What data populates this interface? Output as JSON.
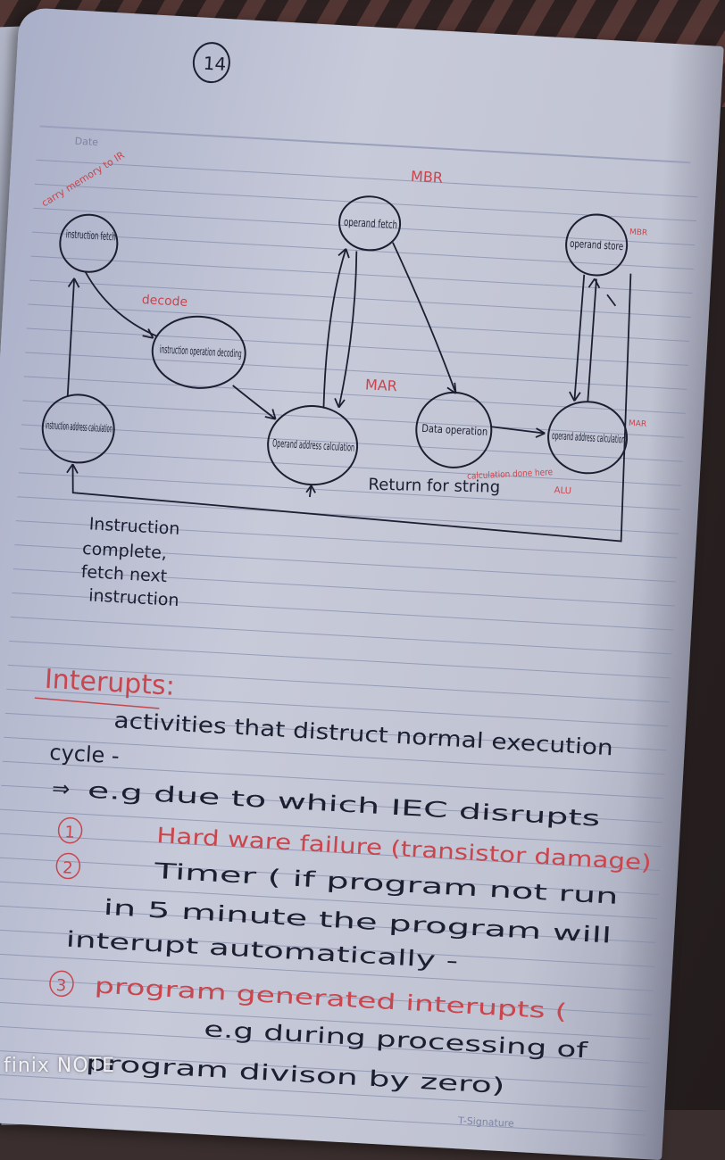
{
  "page_number": "14",
  "date_label": "Date",
  "diagram": {
    "nodes": {
      "instruction_fetch": "instruction fetch",
      "instruction_decoding": "instruction operation decoding",
      "instruction_address": "instruction address calculation",
      "operand_fetch": "operand fetch",
      "operand_address_left": "Operand address calculation",
      "data_operation": "Data operation",
      "operand_address_right": "operand address calculation",
      "operand_store": "operand store"
    },
    "labels": {
      "mbr_top": "MBR",
      "mar": "MAR",
      "decode": "decode",
      "carry_memory": "carry memory to IR",
      "alu": "ALU",
      "calc_done": "calculation done here",
      "mbr_small": "MBR",
      "mar_small": "MAR",
      "return_for_string": "Return for string",
      "instruction_complete": [
        "Instruction",
        "complete,",
        "fetch next",
        "instruction"
      ]
    }
  },
  "notes": {
    "heading": "Interupts:",
    "lines": [
      "activities that distruct normal execution",
      "cycle -",
      "e.g   due to which IEC disrupts",
      "Hard ware failure (transistor damage)",
      "Timer ( if program not run",
      "in 5 minute the program will",
      "interupt automatically -",
      "program generated interupts (",
      "e.g  during processing of",
      "program  divison  by  zero)"
    ],
    "numbers": [
      "1",
      "2",
      "3"
    ],
    "arrow": "⇒"
  },
  "footer": {
    "signature": "T-Signature",
    "watermark": "finix NOTE"
  },
  "colors": {
    "ink": "#1c1f30",
    "red_ink": "#c8464e",
    "paper": "#c3c6d6"
  }
}
